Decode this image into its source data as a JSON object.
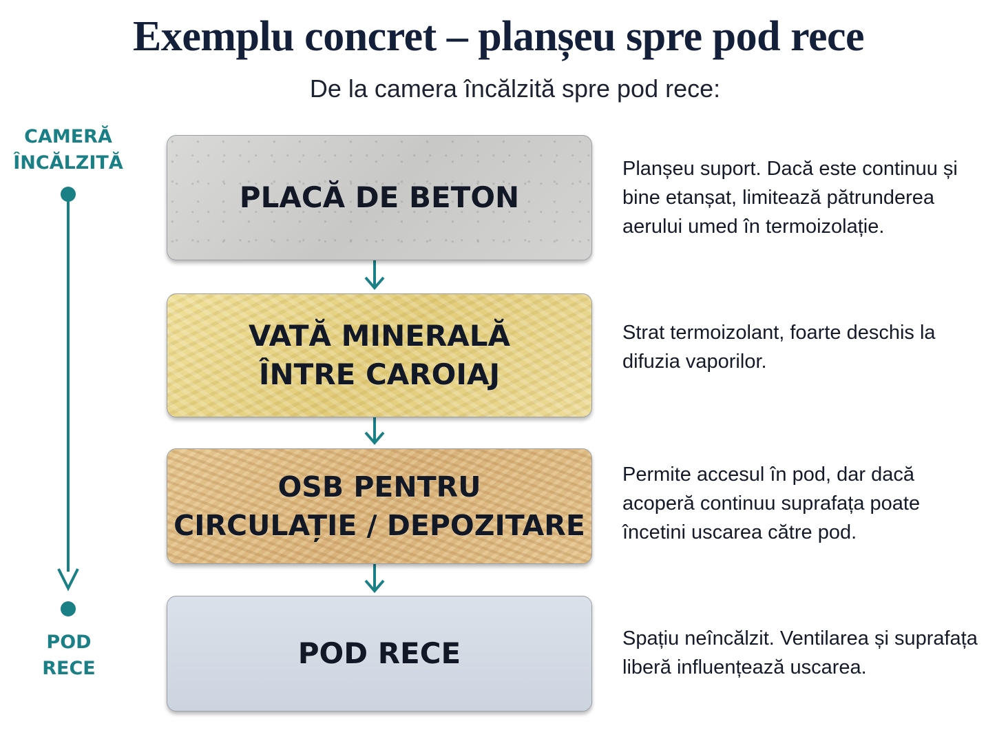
{
  "header": {
    "title": "Exemplu concret – planșeu spre pod rece",
    "subtitle": "De la camera încălzită spre pod rece:"
  },
  "axis": {
    "top_label": [
      "CAMERĂ",
      "ÎNCĂLZITĂ"
    ],
    "bottom_label": [
      "POD",
      "RECE"
    ],
    "color": "#1b7f86"
  },
  "layers": [
    {
      "name": "PLACĂ DE BETON",
      "description": "Planșeu suport. Dacă este continuu și bine etanșat, limitează pătrunderea aerului umed în termoizolație."
    },
    {
      "name": "VATĂ MINERALĂ\nÎNTRE CAROIAJ",
      "description": "Strat termoizolant, foarte deschis la difuzia vaporilor."
    },
    {
      "name": "OSB PENTRU\nCIRCULAȚIE / DEPOZITARE",
      "description": "Permite accesul în pod, dar dacă acoperă continuu suprafața poate încetini uscarea către pod."
    },
    {
      "name": "POD RECE",
      "description": "Spațiu neîncălzit. Ventilarea și suprafața liberă influențează uscarea."
    }
  ],
  "colors": {
    "accent": "#1b7f86",
    "concrete": "#d0d0ce",
    "mineral_wool": "#e8d68a",
    "osb": "#ddb984",
    "cold_attic": "#d3dae4"
  }
}
